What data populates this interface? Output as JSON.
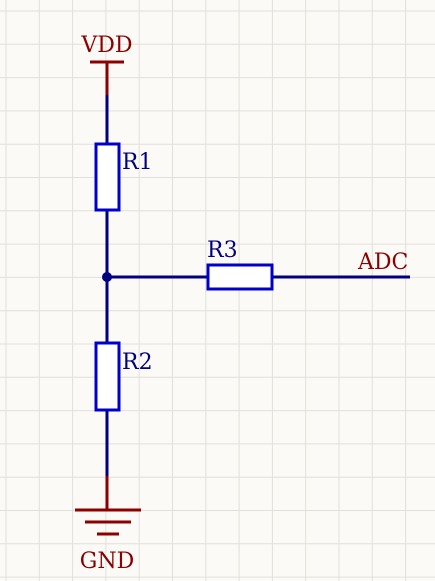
{
  "schematic": {
    "labels": {
      "power": "VDD",
      "ground": "GND",
      "r1": "R1",
      "r2": "R2",
      "r3": "R3",
      "output_net": "ADC"
    },
    "colors": {
      "background": "#fbfaf6",
      "grid": "#e2e0da",
      "wire": "#000080",
      "component": "#0000cc",
      "component_fill": "#ffffff",
      "power_symbol": "#8b0000",
      "junction": "#000080"
    },
    "icons": {
      "power": "power-bar-symbol",
      "ground": "ground-symbol",
      "resistor": "rectangle-resistor-symbol",
      "junction": "junction-dot"
    }
  }
}
